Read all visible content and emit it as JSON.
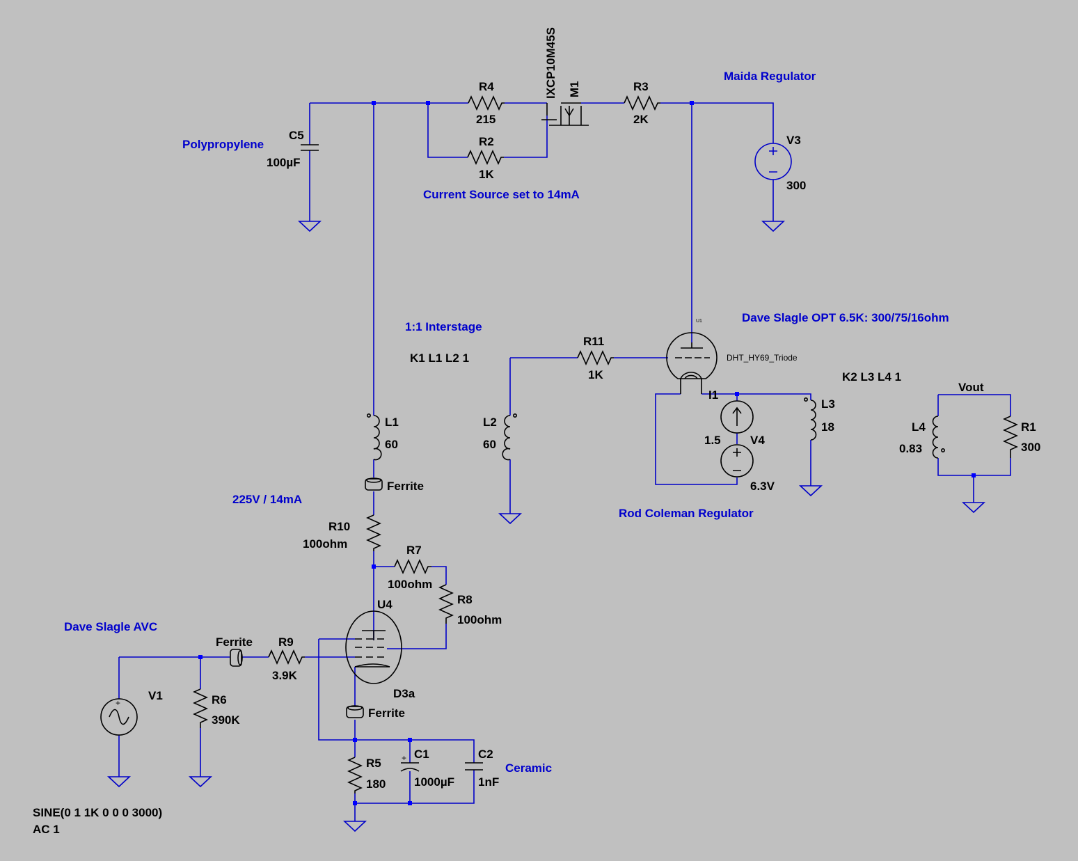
{
  "labels": {
    "r4_name": "R4",
    "r4_value": "215",
    "r2_name": "R2",
    "r2_value": "1K",
    "r3_name": "R3",
    "r3_value": "2K",
    "m1_name": "M1",
    "m1_part": "IXCP10M45S",
    "c5_name": "C5",
    "c5_value": "100µF",
    "v3_name": "V3",
    "v3_value": "300",
    "u1_name": "U1",
    "u1_part": "DHT_HY69_Triode",
    "r11_name": "R11",
    "r11_value": "1K",
    "l1_name": "L1",
    "l1_value": "60",
    "l2_name": "L2",
    "l2_value": "60",
    "l3_name": "L3",
    "l3_value": "18",
    "l4_name": "L4",
    "l4_value": "0.83",
    "r1_name": "R1",
    "r1_value": "300",
    "i1_name": "I1",
    "i1_value": "1.5",
    "v4_name": "V4",
    "v4_value": "6.3V",
    "vout": "Vout",
    "k1": "K1 L1 L2 1",
    "k2": "K2 L3 L4 1",
    "ferrite1": "Ferrite",
    "ferrite2": "Ferrite",
    "ferrite3": "Ferrite",
    "r10_name": "R10",
    "r10_value": "100ohm",
    "r7_name": "R7",
    "r7_value": "100ohm",
    "r8_name": "R8",
    "r8_value": "100ohm",
    "u4_name": "U4",
    "u4_part": "D3a",
    "r9_name": "R9",
    "r9_value": "3.9K",
    "r6_name": "R6",
    "r6_value": "390K",
    "v1_name": "V1",
    "v1_spec1": "SINE(0 1 1K 0 0 0 3000)",
    "v1_spec2": "AC 1",
    "r5_name": "R5",
    "r5_value": "180",
    "c1_name": "C1",
    "c1_value": "1000µF",
    "c2_name": "C2",
    "c2_value": "1nF"
  },
  "notes": {
    "maida": "Maida Regulator",
    "polyprop": "Polypropylene",
    "current_source": "Current Source set to 14mA",
    "interstage": "1:1 Interstage",
    "opt": "Dave Slagle OPT 6.5K: 300/75/16ohm",
    "bias": "225V / 14mA",
    "rod": "Rod Coleman Regulator",
    "avc": "Dave Slagle AVC",
    "ceramic": "Ceramic"
  },
  "colors": {
    "background": "#c0c0c0",
    "wire": "#0000c8",
    "note_text": "#0000cc",
    "component": "#000000"
  }
}
